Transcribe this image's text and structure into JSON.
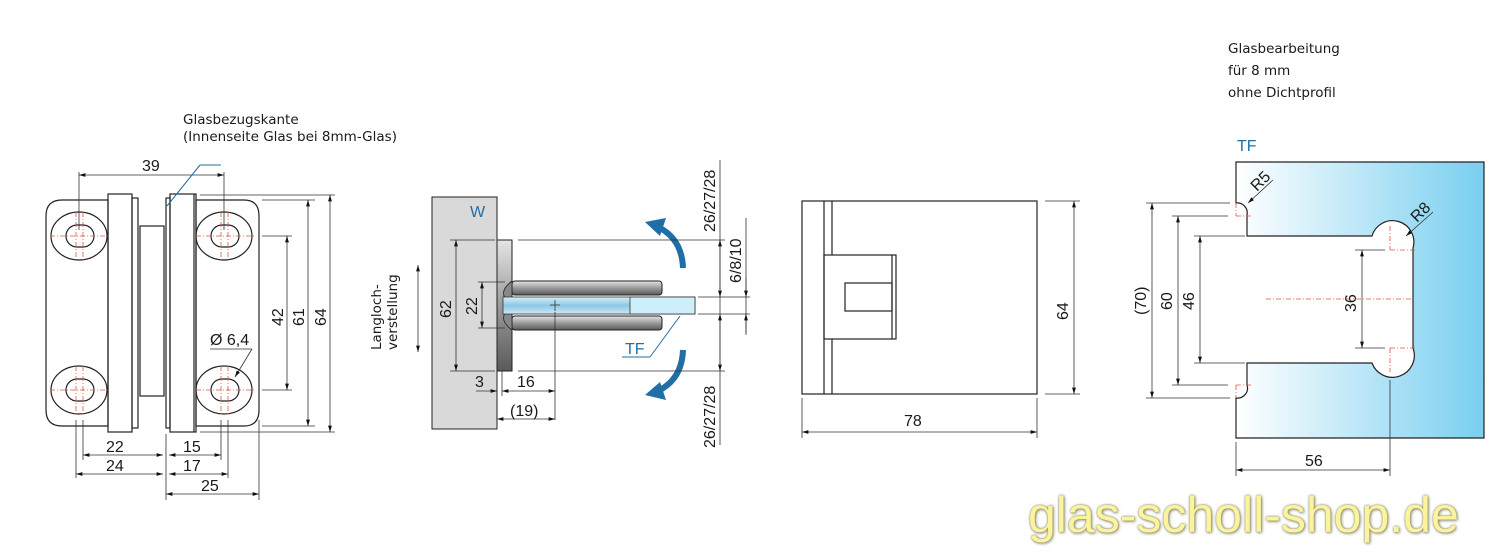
{
  "view_front": {
    "label_edge": "Glasbezugskante",
    "label_edge_sub": "(Innenseite Glas bei 8mm-Glas)",
    "dim_top": "39",
    "dim_hole": "Ø 6,4",
    "dim_42": "42",
    "dim_61": "61",
    "dim_64": "64",
    "dim_22": "22",
    "dim_24": "24",
    "dim_15": "15",
    "dim_17": "17",
    "dim_25": "25"
  },
  "view_side": {
    "wall_label": "W",
    "slot_label_1": "Langloch-",
    "slot_label_2": "verstellung",
    "dim_62": "62",
    "dim_22": "22",
    "dim_3": "3",
    "dim_16": "16",
    "dim_19": "(19)",
    "glass_label": "TF",
    "dim_top": "26/27/28",
    "dim_glass": "6/8/10",
    "dim_bottom": "26/27/28"
  },
  "view_top": {
    "dim_64": "64",
    "dim_78": "78"
  },
  "view_glass": {
    "note_1": "Glasbearbeitung",
    "note_2": "für 8 mm",
    "note_3": "ohne Dichtprofil",
    "glass_label": "TF",
    "r5": "R5",
    "r8": "R8",
    "dim_70": "(70)",
    "dim_60": "60",
    "dim_46": "46",
    "dim_36": "36",
    "dim_56": "56"
  },
  "watermark": "glas-scholl-shop.de",
  "colors": {
    "accent_blue": "#1f6fa6",
    "glass_light": "#ffffff",
    "glass_dark": "#79cff0",
    "wall": "#d9d9d9",
    "centerline": "#e0533f",
    "watermark": "#fbf49a"
  }
}
